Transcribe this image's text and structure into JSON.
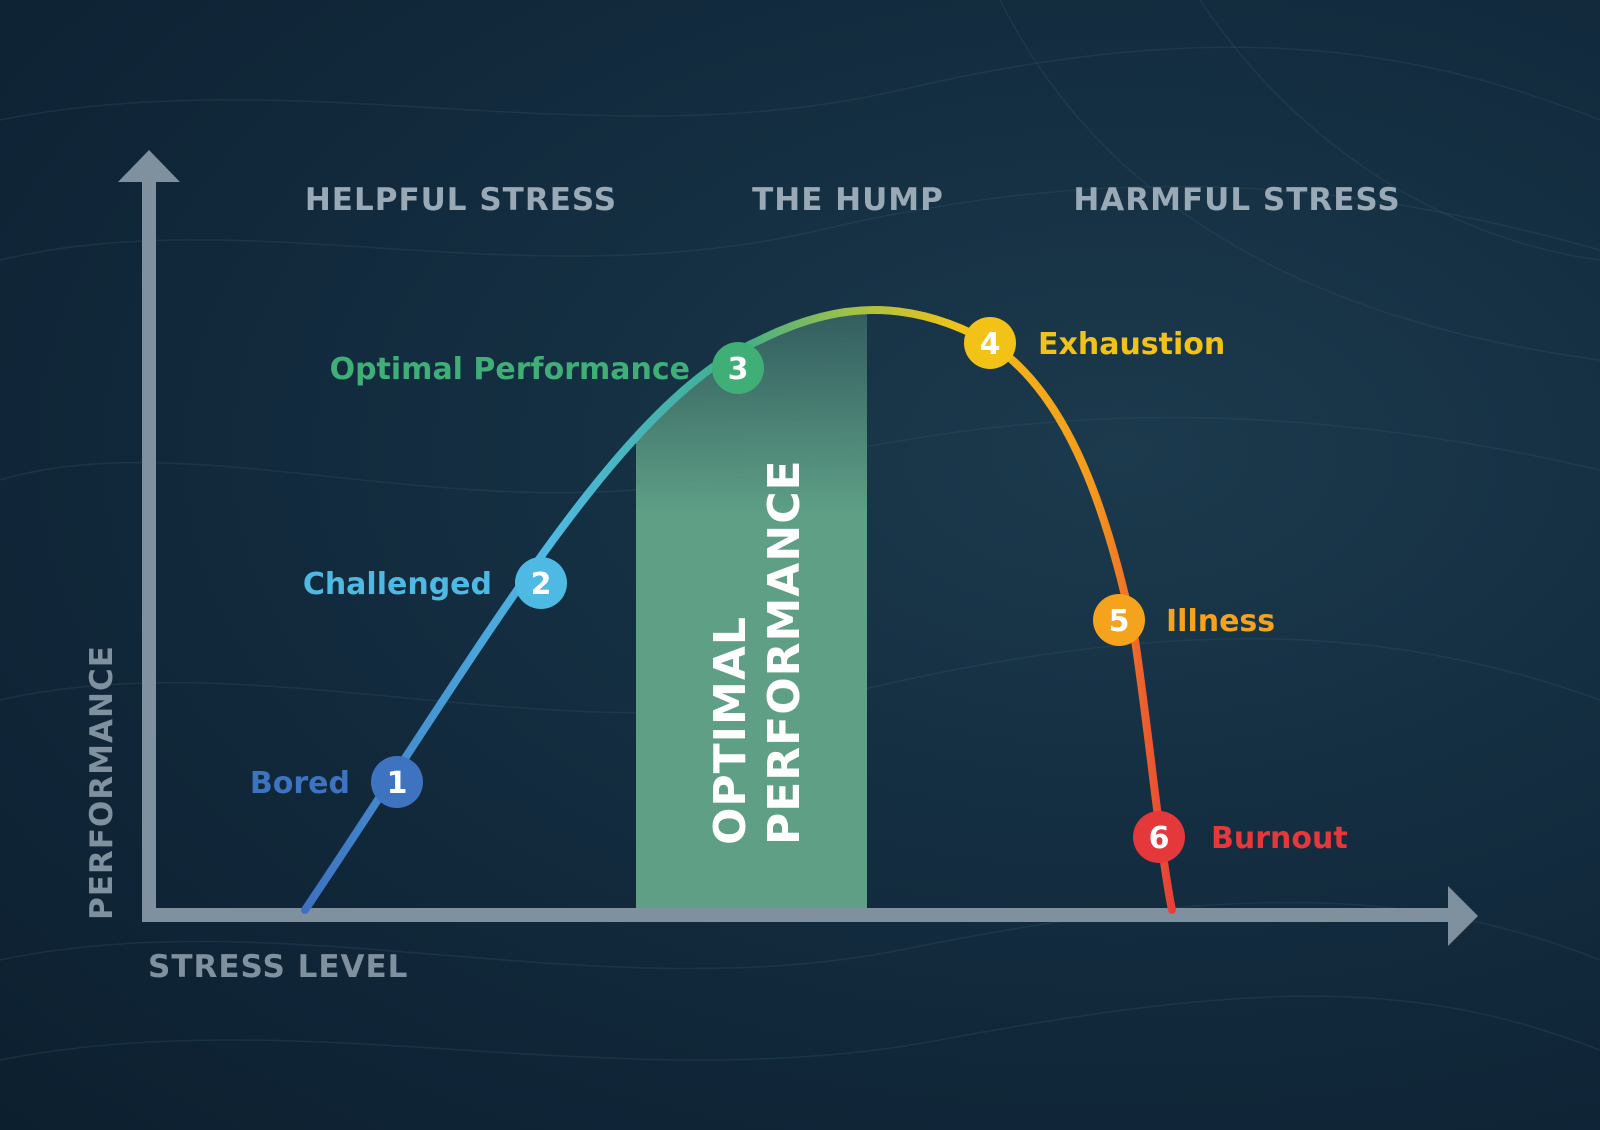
{
  "axes": {
    "y_label": "PERFORMANCE",
    "x_label": "STRESS LEVEL"
  },
  "zones": [
    {
      "label": "HELPFUL STRESS"
    },
    {
      "label": "THE HUMP"
    },
    {
      "label": "HARMFUL STRESS"
    }
  ],
  "band": {
    "line1": "OPTIMAL",
    "line2": "PERFORMANCE",
    "color": "#5e9f86"
  },
  "stages": [
    {
      "number": "1",
      "label": "Bored",
      "color": "#3d73bf"
    },
    {
      "number": "2",
      "label": "Challenged",
      "color": "#4eb9e3"
    },
    {
      "number": "3",
      "label": "Optimal Performance",
      "color": "#3fae77"
    },
    {
      "number": "4",
      "label": "Exhaustion",
      "color": "#f2c316"
    },
    {
      "number": "5",
      "label": "Illness",
      "color": "#f5a21c"
    },
    {
      "number": "6",
      "label": "Burnout",
      "color": "#e5383b"
    }
  ],
  "colors": {
    "axis": "#7f919f",
    "zone_text": "#9aa9b6",
    "background": "#132c3f"
  }
}
